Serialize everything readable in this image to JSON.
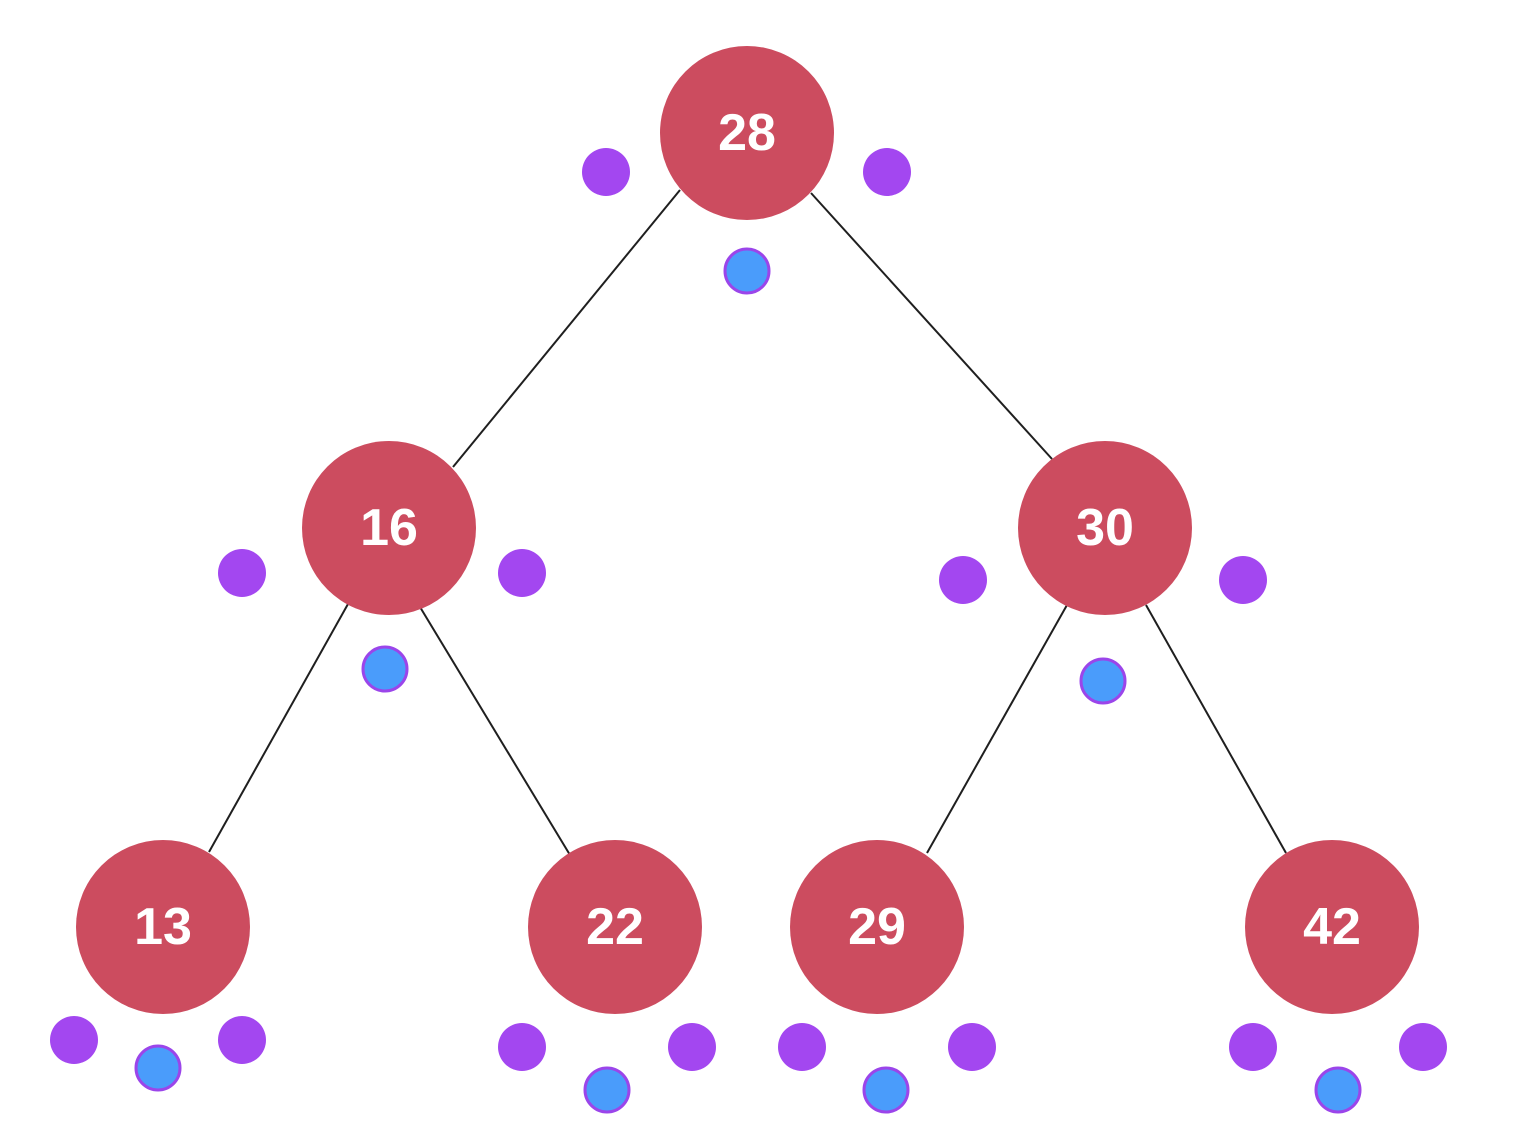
{
  "colors": {
    "node_fill": "#cc4c5f",
    "node_text": "#ffffff",
    "edge": "#1f1f1f",
    "dot_purple": "#a347f0",
    "dot_blue_fill": "#4a9cfb",
    "dot_blue_stroke": "#9b45ea",
    "background": "#ffffff"
  },
  "tree": {
    "nodes": [
      {
        "id": "n28",
        "label": "28",
        "level": 0
      },
      {
        "id": "n16",
        "label": "16",
        "level": 1
      },
      {
        "id": "n30",
        "label": "30",
        "level": 1
      },
      {
        "id": "n13",
        "label": "13",
        "level": 2
      },
      {
        "id": "n22",
        "label": "22",
        "level": 2
      },
      {
        "id": "n29",
        "label": "29",
        "level": 2
      },
      {
        "id": "n42",
        "label": "42",
        "level": 2
      }
    ],
    "edges": [
      {
        "from": "n28",
        "to": "n16"
      },
      {
        "from": "n28",
        "to": "n30"
      },
      {
        "from": "n16",
        "to": "n13"
      },
      {
        "from": "n16",
        "to": "n22"
      },
      {
        "from": "n30",
        "to": "n29"
      },
      {
        "from": "n30",
        "to": "n42"
      }
    ]
  }
}
